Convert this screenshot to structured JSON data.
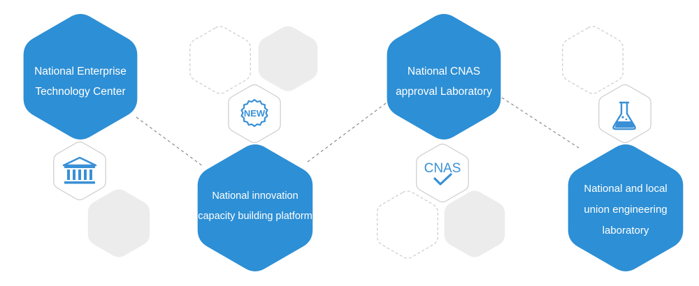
{
  "colors": {
    "primary_hex": "#2d8fd5",
    "outline_hex": "#cfcfcf",
    "gray_hex": "#ececec",
    "connector_hex": "#7f7f7f",
    "icon_hex": "#3a90d6"
  },
  "nodes": [
    {
      "lines": [
        "National Enterprise",
        "Technology Center"
      ],
      "icon": "bank-building-icon"
    },
    {
      "lines": [
        "National innovation",
        "capacity building platform"
      ],
      "icon": "new-badge-icon",
      "icon_text": "NEW"
    },
    {
      "lines": [
        "National CNAS",
        "approval Laboratory"
      ],
      "icon": "cnas-check-icon",
      "icon_text": "CNAS"
    },
    {
      "lines": [
        "National and local",
        "union engineering",
        "laboratory"
      ],
      "icon": "flask-icon"
    }
  ]
}
